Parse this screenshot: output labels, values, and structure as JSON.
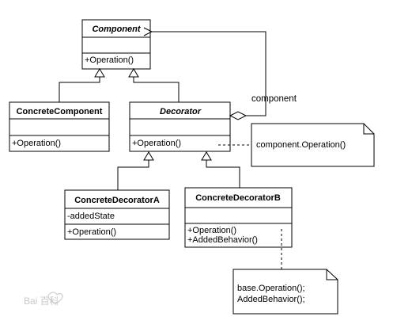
{
  "diagram": {
    "classes": {
      "component": {
        "name": "Component",
        "operations": [
          "+Operation()"
        ]
      },
      "concrete_component": {
        "name": "ConcreteComponent",
        "operations": [
          "+Operation()"
        ]
      },
      "decorator": {
        "name": "Decorator",
        "operations": [
          "+Operation()"
        ]
      },
      "concrete_decorator_a": {
        "name": "ConcreteDecoratorA",
        "attributes": [
          "-addedState"
        ],
        "operations": [
          "+Operation()"
        ]
      },
      "concrete_decorator_b": {
        "name": "ConcreteDecoratorB",
        "operations": [
          "+Operation()",
          "+AddedBehavior()"
        ]
      }
    },
    "association_label": "component",
    "notes": {
      "decorator_note": [
        "component.Operation()"
      ],
      "decorator_b_note": [
        "base.Operation();",
        "AddedBehavior();"
      ]
    },
    "watermark": "Bai 百科"
  }
}
